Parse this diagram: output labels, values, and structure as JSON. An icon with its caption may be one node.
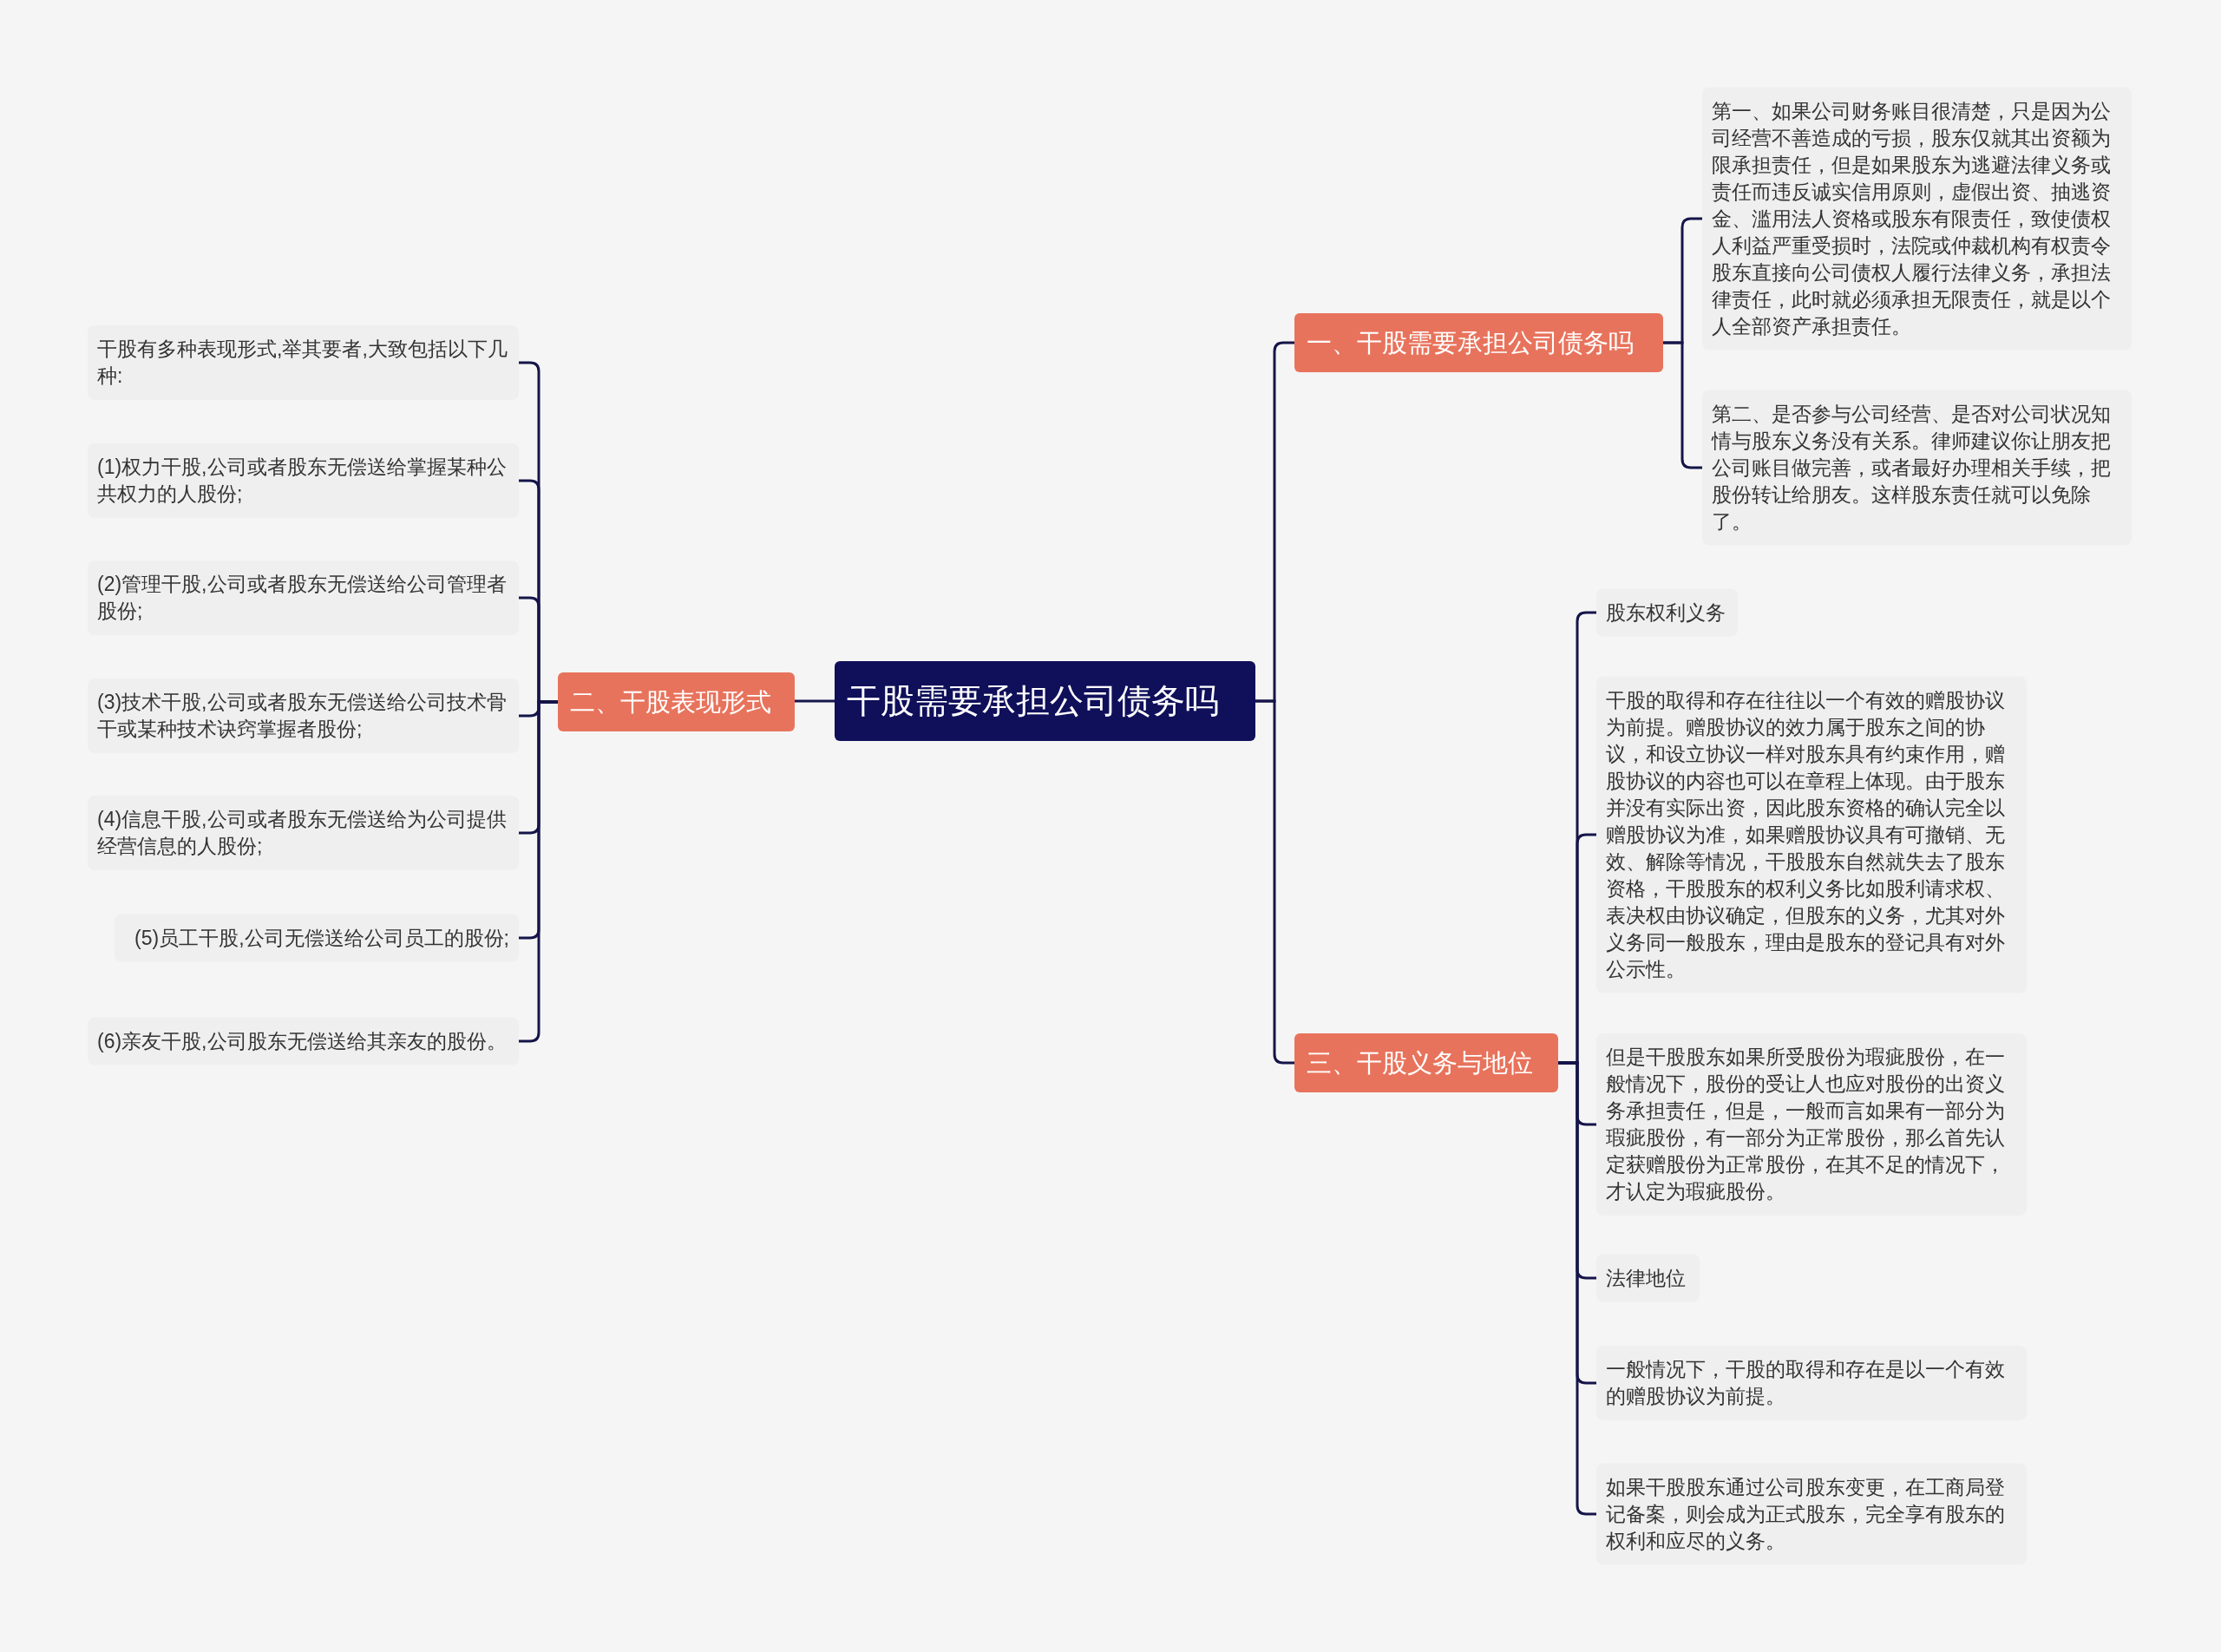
{
  "diagram": {
    "nodes": [
      {
        "text": [
          "干股需要承担公司债务吗"
        ]
      },
      {
        "text": [
          "一、干股需要承担公司债务吗"
        ]
      },
      {
        "text": [
          "第一、如果公司财务账目很清楚，只是因为公司经营不善造成的亏损，股东仅就其出资额为限承担责任，但是如果股东为逃避法律义务或责任而违反诚实信用原则，虚假出资、抽逃资金、滥用法人资格或股东有限责任，致使债权人利益严重受损时，法院或仲裁机构有权责令股东直接向公司债权人履行法律义务，承担法律责任，此时就必须承担无限责任，就是以个人全部资产承担责任。"
        ]
      },
      {
        "text": [
          "第二、是否参与公司经营、是否对公司状况知情与股东义务没有关系。律师建议你让朋友把公司账目做完善，或者最好办理相关手续，把股份转让给朋友。这样股东责任就可以免除了。"
        ]
      },
      {
        "text": [
          "二、干股表现形式"
        ]
      },
      {
        "text": [
          "干股有多种表现形式,举其要者,大致包括以下几种:"
        ]
      },
      {
        "text": [
          "(1)权力干股,公司或者股东无偿送给掌握某种公共权力的人股份;"
        ]
      },
      {
        "text": [
          "(2)管理干股,公司或者股东无偿送给公司管理者股份;"
        ]
      },
      {
        "text": [
          "(3)技术干股,公司或者股东无偿送给公司技术骨干或某种技术诀窍掌握者股份;"
        ]
      },
      {
        "text": [
          "(4)信息干股,公司或者股东无偿送给为公司提供经营信息的人股份;"
        ]
      },
      {
        "text": [
          "(5)员工干股,公司无偿送给公司员工的股份;"
        ]
      },
      {
        "text": [
          "(6)亲友干股,公司股东无偿送给其亲友的股份。"
        ]
      },
      {
        "text": [
          "三、干股义务与地位"
        ]
      },
      {
        "text": [
          "股东权利义务"
        ]
      },
      {
        "text": [
          "干股的取得和存在往往以一个有效的赠股协议为前提。赠股协议的效力属于股东之间的协议，和设立协议一样对股东具有约束作用，赠股协议的内容也可以在章程上体现。由于股东并没有实际出资，因此股东资格的确认完全以赠股协议为准，如果赠股协议具有可撤销、无效、解除等情况，干股股东自然就失去了股东资格，干股股东的权利义务比如股利请求权、表决权由协议确定，但股东的义务，尤其对外义务同一般股东，理由是股东的登记具有对外公示性。"
        ]
      },
      {
        "text": [
          "但是干股股东如果所受股份为瑕疵股份，在一般情况下，股份的受让人也应对股份的出资义务承担责任，但是，一般而言如果有一部分为瑕疵股份，有一部分为正常股份，那么首先认定获赠股份为正常股份，在其不足的情况下，才认定为瑕疵股份。"
        ]
      },
      {
        "text": [
          "法律地位"
        ]
      },
      {
        "text": [
          "一般情况下，干股的取得和存在是以一个有效的赠股协议为前提。"
        ]
      },
      {
        "text": [
          "如果干股股东通过公司股东变更，在工商局登记备案，则会成为正式股东，完全享有股东的权利和应尽的义务。"
        ]
      }
    ],
    "edges": [
      {
        "from": 0,
        "to": 1,
        "arrow": "none"
      },
      {
        "from": 1,
        "to": 2,
        "arrow": "none"
      },
      {
        "from": 1,
        "to": 3,
        "arrow": "none"
      },
      {
        "from": 0,
        "to": 4,
        "arrow": "none"
      },
      {
        "from": 4,
        "to": 5,
        "arrow": "none"
      },
      {
        "from": 4,
        "to": 6,
        "arrow": "none"
      },
      {
        "from": 4,
        "to": 7,
        "arrow": "none"
      },
      {
        "from": 4,
        "to": 8,
        "arrow": "none"
      },
      {
        "from": 4,
        "to": 9,
        "arrow": "none"
      },
      {
        "from": 4,
        "to": 10,
        "arrow": "none"
      },
      {
        "from": 4,
        "to": 11,
        "arrow": "none"
      },
      {
        "from": 0,
        "to": 12,
        "arrow": "none"
      },
      {
        "from": 12,
        "to": 13,
        "arrow": "none"
      },
      {
        "from": 12,
        "to": 14,
        "arrow": "none"
      },
      {
        "from": 12,
        "to": 15,
        "arrow": "none"
      },
      {
        "from": 12,
        "to": 16,
        "arrow": "none"
      },
      {
        "from": 12,
        "to": 17,
        "arrow": "none"
      },
      {
        "from": 12,
        "to": 18,
        "arrow": "none"
      }
    ]
  }
}
